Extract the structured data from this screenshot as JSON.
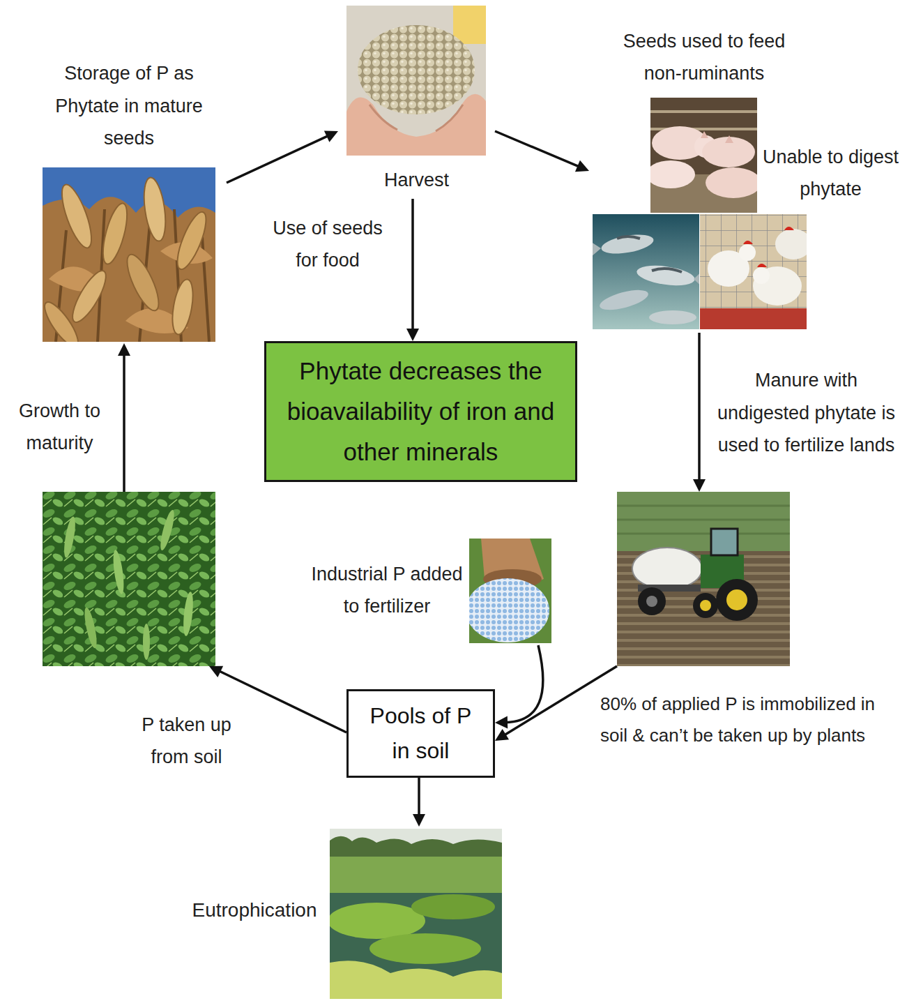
{
  "diagram": {
    "nodes": [
      {
        "text": [
          "Storage of P as Phytate in mature seeds"
        ]
      },
      {
        "text": [
          "Harvest"
        ]
      },
      {
        "text": [
          "Seeds used to feed non-ruminants",
          "Unable to digest phytate"
        ]
      },
      {
        "text": [
          "Phytate decreases the bioavailability of iron and other minerals"
        ]
      },
      {
        "text": []
      },
      {
        "text": []
      },
      {
        "text": [
          "Industrial P added to fertilizer"
        ]
      },
      {
        "text": [
          "Pools of P in soil"
        ]
      },
      {
        "text": [
          "Eutrophication"
        ]
      }
    ],
    "edges": [
      {
        "from": 0,
        "to": 1,
        "arrow": "to"
      },
      {
        "from": 1,
        "to": 2,
        "arrow": "to"
      },
      {
        "from": 1,
        "to": 3,
        "arrow": "to",
        "label": "Use of seeds for food"
      },
      {
        "from": 2,
        "to": 5,
        "arrow": "to",
        "label": "Manure with undigested phytate is used to fertilize lands"
      },
      {
        "from": 5,
        "to": 7,
        "arrow": "to",
        "label": "80% of applied P is immobilized in soil & can’t be taken up by plants"
      },
      {
        "from": 6,
        "to": 7,
        "arrow": "to"
      },
      {
        "from": 7,
        "to": 4,
        "arrow": "to",
        "label": "P taken up from soil"
      },
      {
        "from": 4,
        "to": 0,
        "arrow": "to",
        "label": "Growth to maturity"
      },
      {
        "from": 7,
        "to": 8,
        "arrow": "to"
      }
    ]
  }
}
